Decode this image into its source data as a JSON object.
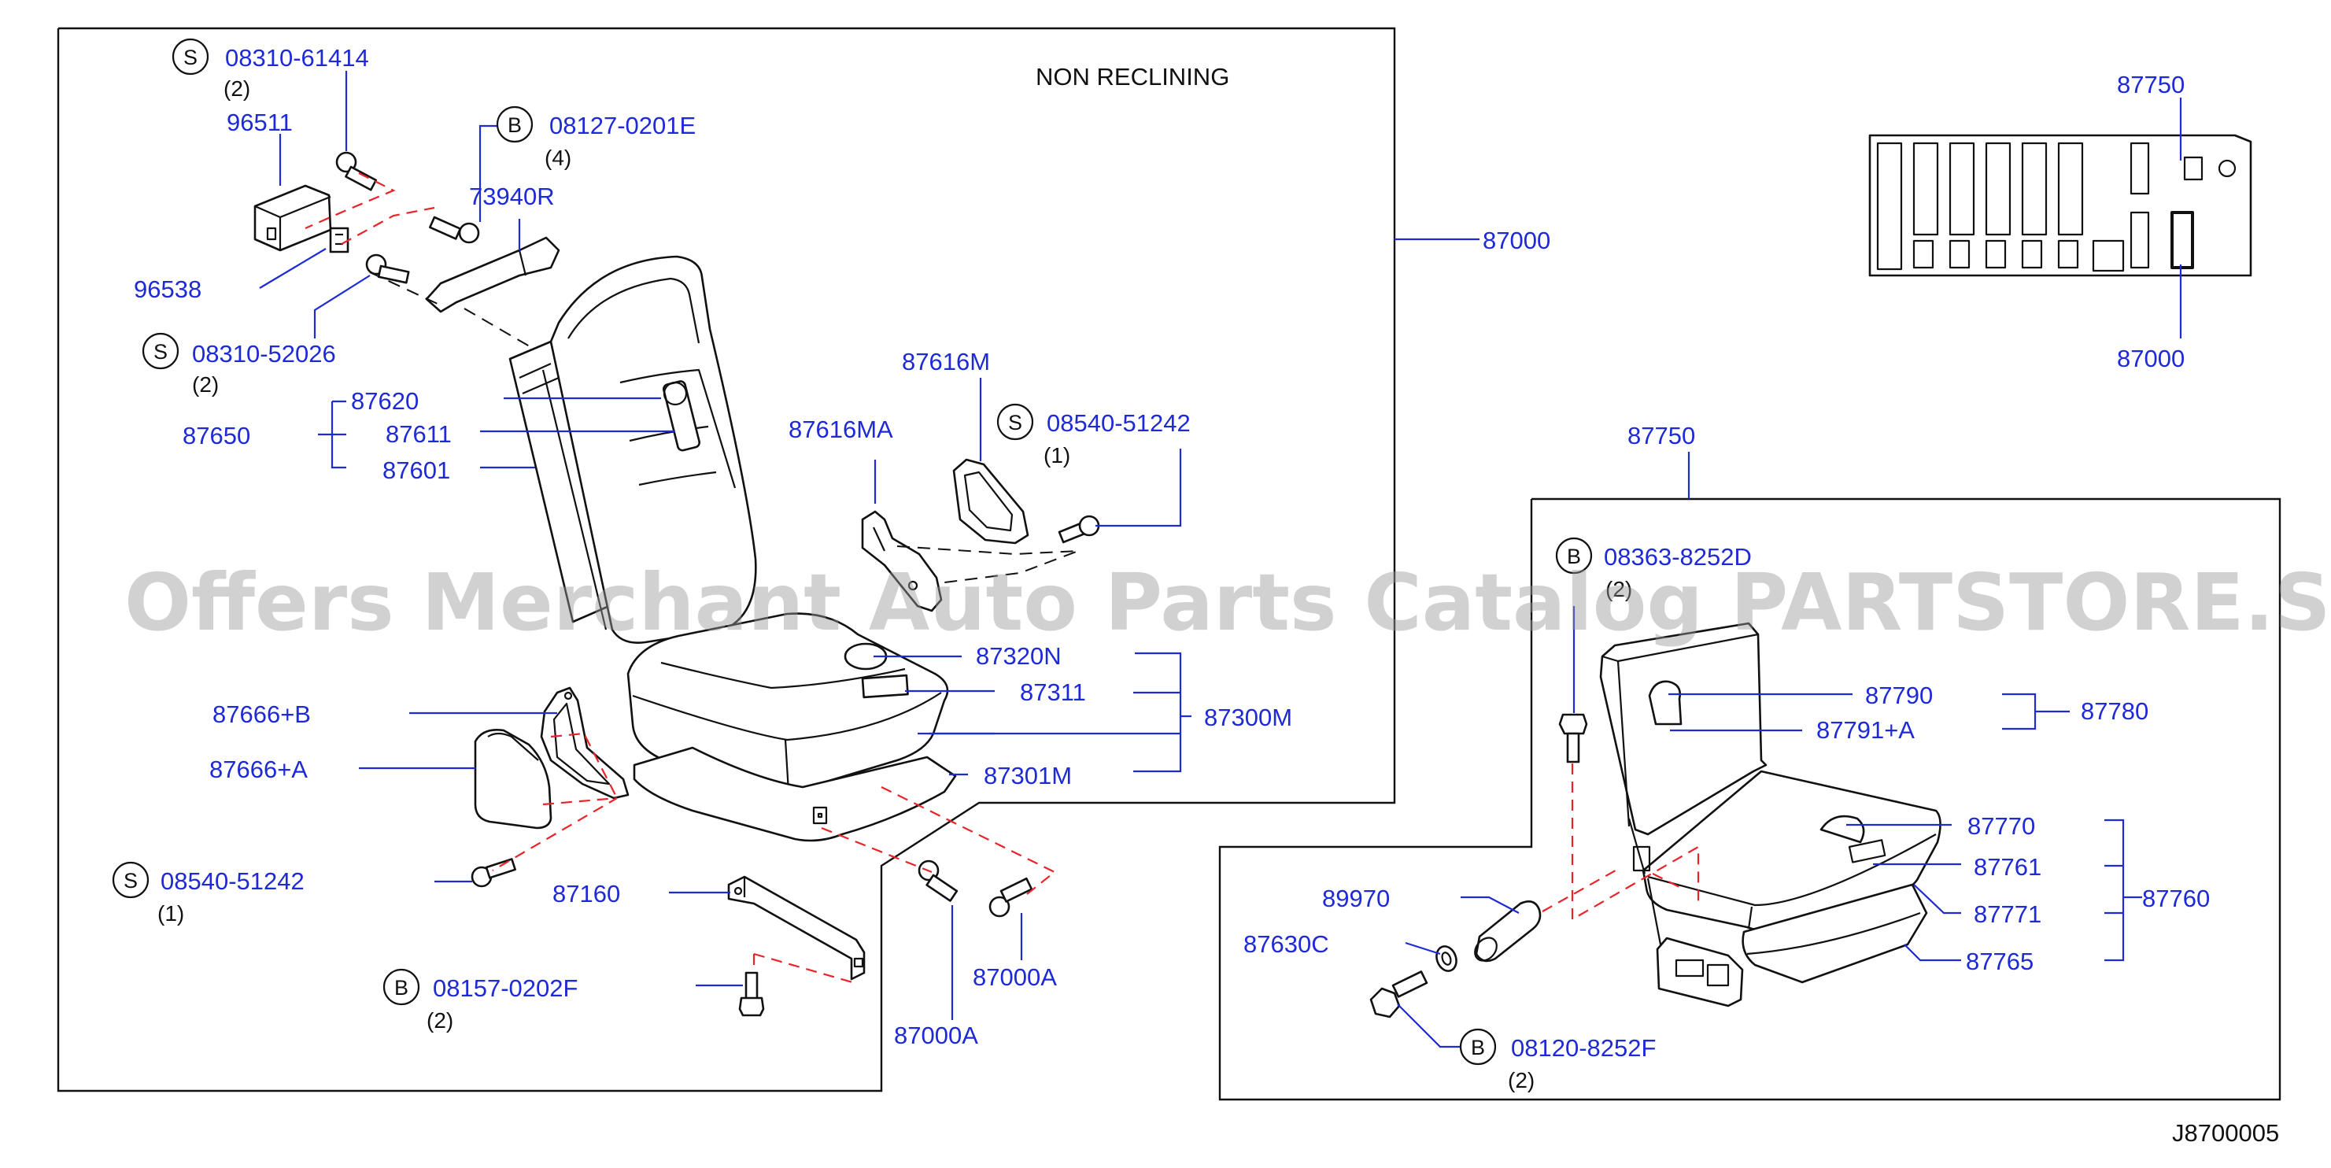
{
  "caption": "NON   RECLINING",
  "diagram_code": "J8700005",
  "watermark": "Offers Merchant Auto Parts Catalog PARTSTORE.SA",
  "symbol_s": "S",
  "symbol_b": "B",
  "colors": {
    "label": "#1e2ad6",
    "line": "#111111",
    "dashed": "#e8242a",
    "watermark": "#9a9a9a"
  },
  "left": {
    "bolt_s1": {
      "code": "08310-61414",
      "qty": "(2)"
    },
    "p96511": "96511",
    "bolt_b1": {
      "code": "08127-0201E",
      "qty": "(4)"
    },
    "p73940r": "73940R",
    "p96538": "96538",
    "bolt_s2": {
      "code": "08310-52026",
      "qty": "(2)"
    },
    "p87620": "87620",
    "p87650": "87650",
    "p87611": "87611",
    "p87601": "87601",
    "p87616m": "87616M",
    "p87616ma": "87616MA",
    "bolt_s3": {
      "code": "08540-51242",
      "qty": "(1)"
    },
    "p87320n": "87320N",
    "p87311": "87311",
    "p87300m": "87300M",
    "p87301m": "87301M",
    "p87666b": "87666+B",
    "p87666a": "87666+A",
    "bolt_s4": {
      "code": "08540-51242",
      "qty": "(1)"
    },
    "p87160": "87160",
    "bolt_b2": {
      "code": "08157-0202F",
      "qty": "(2)"
    },
    "p87000a_1": "87000A",
    "p87000a_2": "87000A"
  },
  "p87000": "87000",
  "top_right": {
    "p87750": "87750",
    "p87000": "87000"
  },
  "right": {
    "p87750": "87750",
    "bolt_b3": {
      "code": "08363-8252D",
      "qty": "(2)"
    },
    "p87790": "87790",
    "p87780": "87780",
    "p87791a": "87791+A",
    "p87770": "87770",
    "p87761": "87761",
    "p87760": "87760",
    "p89970": "89970",
    "p87771": "87771",
    "p87630c": "87630C",
    "p87765": "87765",
    "bolt_b4": {
      "code": "08120-8252F",
      "qty": "(2)"
    }
  }
}
